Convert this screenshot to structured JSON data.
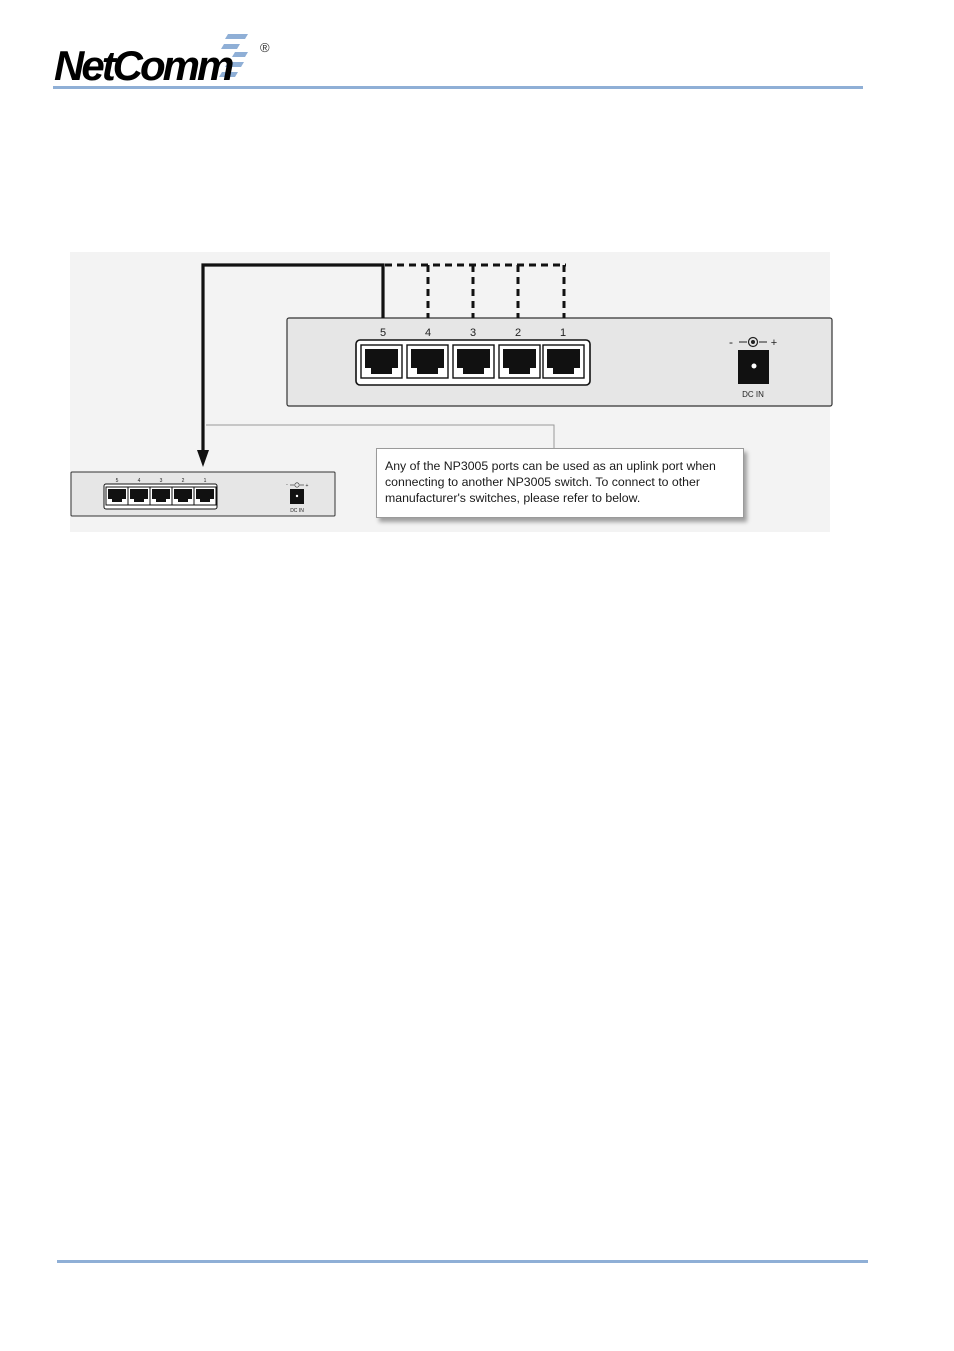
{
  "header": {
    "logo_text": "NetComm",
    "registered_mark": "®"
  },
  "diagram": {
    "switch_main": {
      "port_labels": [
        "5",
        "4",
        "3",
        "2",
        "1"
      ],
      "dc_label": "DC IN",
      "polarity_minus": "-",
      "polarity_plus": "+"
    },
    "switch_small": {
      "port_labels": [
        "5",
        "4",
        "3",
        "2",
        "1"
      ],
      "dc_label": "DC IN",
      "polarity_minus": "-",
      "polarity_plus": "+"
    },
    "callout_text": " Any of the NP3005 ports can be used as an uplink port  when\nconnecting to another NP3005 switch. To connect  to other\nmanufacturer's switches, please refer to below."
  },
  "colors": {
    "accent_rule": "#8fafd6",
    "panel_bg": "#e6e6e6",
    "diagram_bg": "#f2f2f2",
    "cable": "#111111"
  }
}
